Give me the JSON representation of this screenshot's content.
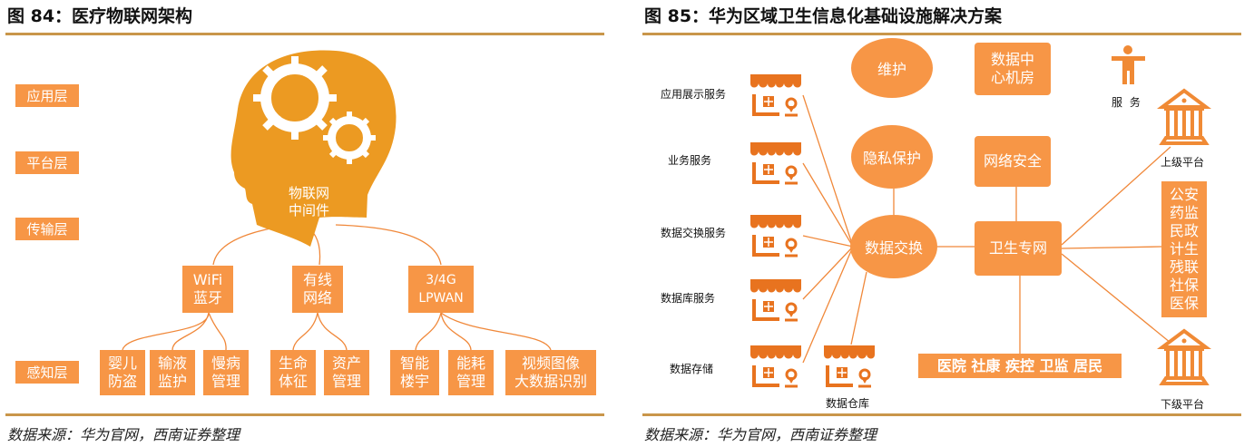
{
  "left": {
    "title": "图 84：医疗物联网架构",
    "source": "数据来源：华为官网，西南证券整理",
    "layers": [
      "应用层",
      "平台层",
      "传输层",
      "感知层"
    ],
    "middleware": [
      "物联网",
      "中间件"
    ],
    "transport": [
      [
        "WiFi",
        "蓝牙"
      ],
      [
        "有线",
        "网络"
      ],
      [
        "3/4G",
        "LPWAN"
      ]
    ],
    "sensing": [
      [
        "婴儿",
        "防盗"
      ],
      [
        "输液",
        "监护"
      ],
      [
        "慢病",
        "管理"
      ],
      [
        "生命",
        "体征"
      ],
      [
        "资产",
        "管理"
      ],
      [
        "智能",
        "楼宇"
      ],
      [
        "能耗",
        "管理"
      ],
      [
        "视频图像",
        "大数据识别"
      ]
    ]
  },
  "right": {
    "title": "图 85：华为区域卫生信息化基础设施解决方案",
    "source": "数据来源：华为官网，西南证券整理",
    "services": [
      "应用展示服务",
      "业务服务",
      "数据交换服务",
      "数据库服务",
      "数据存储"
    ],
    "warehouse": "数据仓库",
    "ellipses": [
      "维护",
      "隐私保护",
      "数据交换"
    ],
    "boxes": [
      [
        "数据中",
        "心机房"
      ],
      [
        "网络安全"
      ],
      [
        "卫生专网"
      ]
    ],
    "agencies": [
      "公安",
      "药监",
      "民政",
      "计生",
      "残联",
      "社保",
      "医保"
    ],
    "endpoints": "医院 社康 疾控 卫监 居民",
    "service_person": "服 务",
    "upper": "上级平台",
    "lower": "下级平台"
  },
  "colors": {
    "accent": "#F79646",
    "head": "#EC9A22",
    "rule": "#C9964A"
  }
}
